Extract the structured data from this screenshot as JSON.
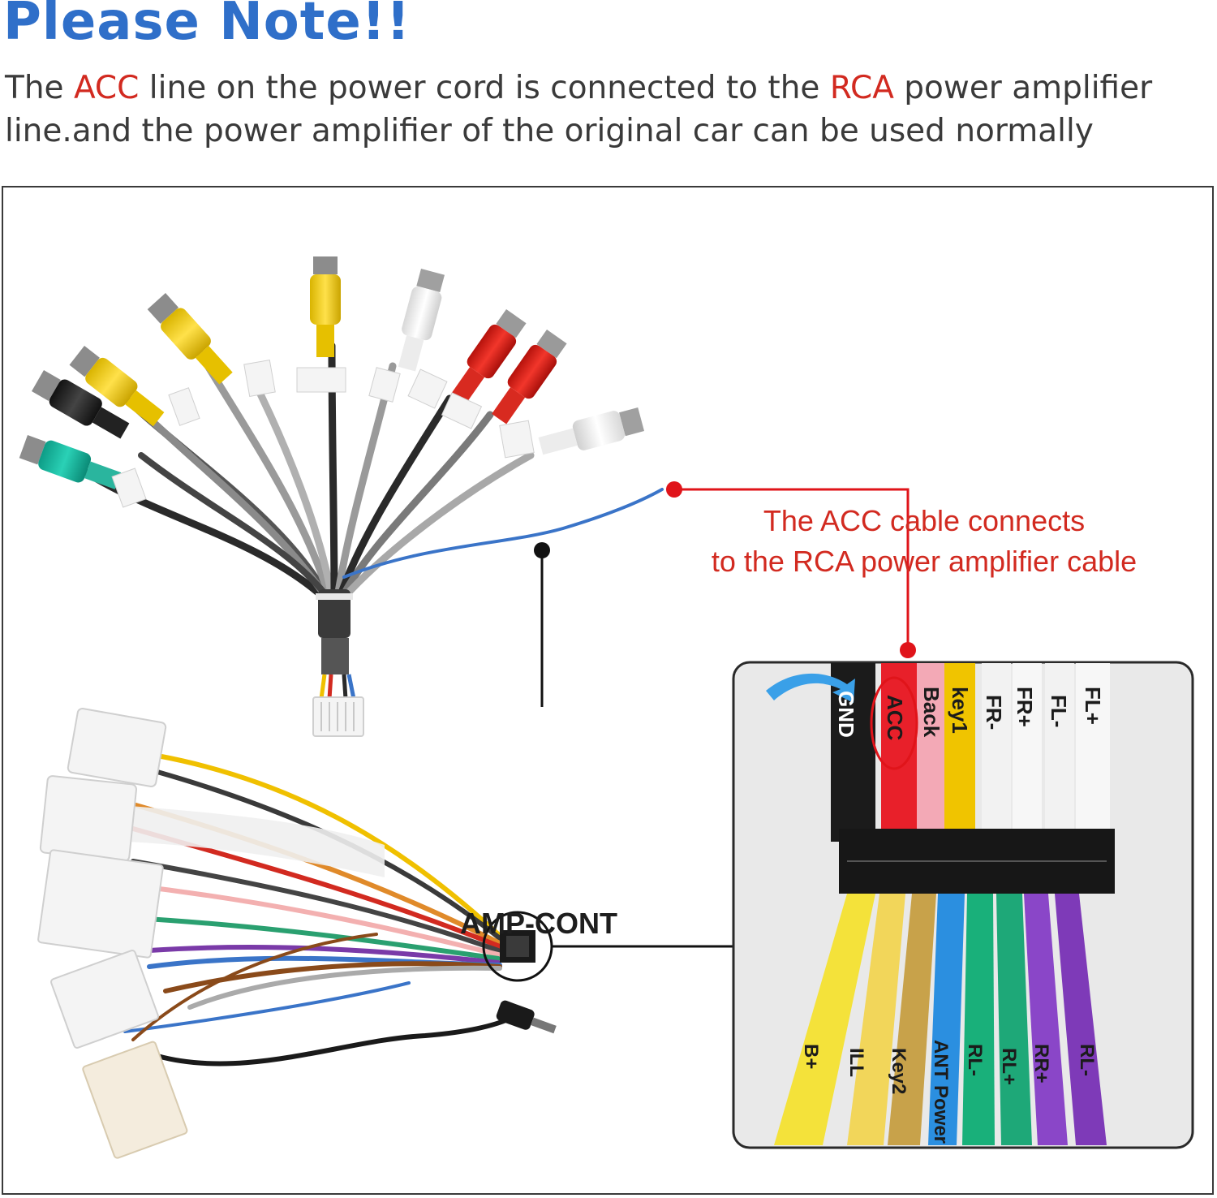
{
  "header": {
    "title": "Please Note!!",
    "description": {
      "part1": "The ",
      "acc": "ACC",
      "part2": " line on the power cord is connected to the ",
      "rca": "RCA",
      "part3": " power amplifier line.and the power amplifier of the original car can be used normally"
    }
  },
  "diagram": {
    "callout_line1": "The ACC cable connects",
    "callout_line2": "to the RCA power amplifier cable",
    "amp_label": "AMP-CONT",
    "top_wire_labels": [
      "GND",
      "ACC",
      "Back",
      "key1",
      "FR-",
      "FR+",
      "FL-",
      "FL+"
    ],
    "bottom_wire_labels": [
      "B+",
      "ILL",
      "Key2",
      "ANT Power",
      "RL-",
      "RL+",
      "RR+",
      "RL-"
    ],
    "colors": {
      "heading_blue": "#2f6fc9",
      "highlight_red": "#d22a20",
      "amp_wire_blue": "#3a74c8",
      "text_dark": "#3a3a3a"
    }
  }
}
